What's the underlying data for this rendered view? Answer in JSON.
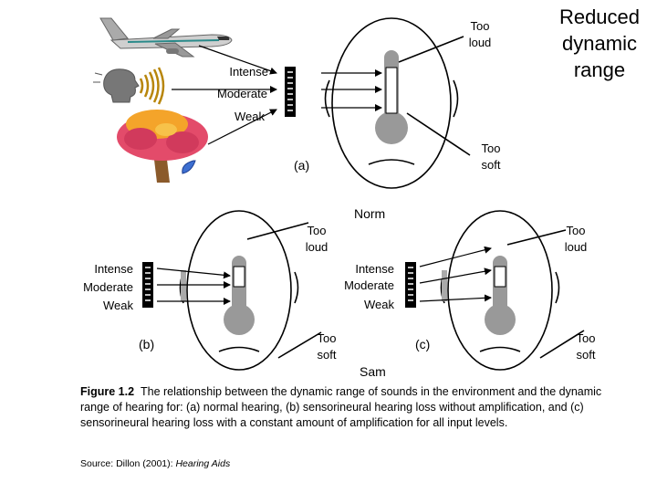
{
  "labels": {
    "reduced_dynamic_range": [
      "Reduced",
      "dynamic",
      "range"
    ],
    "too_loud": [
      "Too",
      "loud"
    ],
    "too_soft": [
      "Too",
      "soft"
    ],
    "intense": "Intense",
    "moderate": "Moderate",
    "weak": "Weak",
    "panel_a": "(a)",
    "panel_b": "(b)",
    "panel_c": "(c)",
    "norm": "Norm",
    "sam": "Sam"
  },
  "caption": {
    "figure_label": "Figure 1.2",
    "text": "The relationship between the dynamic range of sounds in the environment and the dynamic range of hearing for: (a) normal hearing, (b) sensorineural hearing loss without amplification, and (c) sensorineural hearing loss with a constant amount of amplification for all input levels."
  },
  "source": {
    "prefix": "Source:  Dillon (2001): ",
    "book": "Hearing Aids"
  },
  "colors": {
    "thermometer": "#999999",
    "bar_fill": "#ffffff",
    "meter_bars": "#000000",
    "tree_foliage": "#e34b6a",
    "tree_highlight": "#f4a42a",
    "tree_trunk": "#8b5a2b",
    "leaf": "#3d6fd1",
    "plane_body": "#c9c9c9",
    "sound_waves": "#b8860b"
  },
  "icons": [
    "airplane-icon",
    "speaking-head-icon",
    "tree-icon",
    "falling-leaf-icon"
  ]
}
